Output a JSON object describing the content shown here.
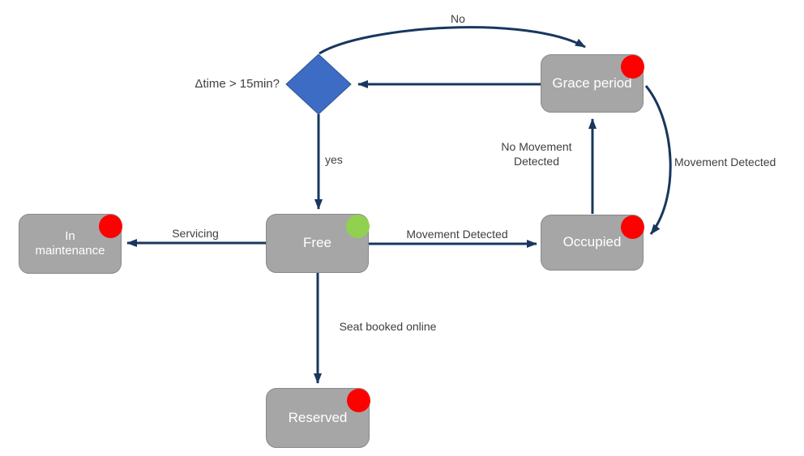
{
  "diagram": {
    "type": "state-diagram",
    "colors": {
      "node_fill": "#a6a6a6",
      "node_border": "#898989",
      "node_text": "#ffffff",
      "arrow": "#17375e",
      "decision_fill": "#3d6cc4",
      "label_text": "#3f3f3f",
      "dot_red": "#ff0000",
      "dot_green": "#92d050"
    },
    "decision": {
      "label": "Δtime > 15min?"
    },
    "nodes": [
      {
        "id": "grace-period",
        "label": "Grace period",
        "indicator": "red",
        "indicator_color": "#ff0000"
      },
      {
        "id": "occupied",
        "label": "Occupied",
        "indicator": "red",
        "indicator_color": "#ff0000"
      },
      {
        "id": "free",
        "label": "Free",
        "indicator": "green",
        "indicator_color": "#92d050"
      },
      {
        "id": "in-maintenance",
        "label": "In maintenance",
        "indicator": "red",
        "indicator_color": "#ff0000"
      },
      {
        "id": "reserved",
        "label": "Reserved",
        "indicator": "red",
        "indicator_color": "#ff0000"
      }
    ],
    "edges": [
      {
        "from": "Grace period",
        "to": "Δtime > 15min?",
        "label": ""
      },
      {
        "from": "Δtime > 15min?",
        "to": "Grace period",
        "label": "No"
      },
      {
        "from": "Δtime > 15min?",
        "to": "Free",
        "label": "yes"
      },
      {
        "from": "Free",
        "to": "In maintenance",
        "label": "Servicing"
      },
      {
        "from": "Free",
        "to": "Occupied",
        "label": "Movement Detected"
      },
      {
        "from": "Free",
        "to": "Reserved",
        "label": "Seat booked online"
      },
      {
        "from": "Occupied",
        "to": "Grace period",
        "label": "No Movement Detected"
      },
      {
        "from": "Grace period",
        "to": "Occupied",
        "label": "Movement Detected"
      }
    ]
  }
}
